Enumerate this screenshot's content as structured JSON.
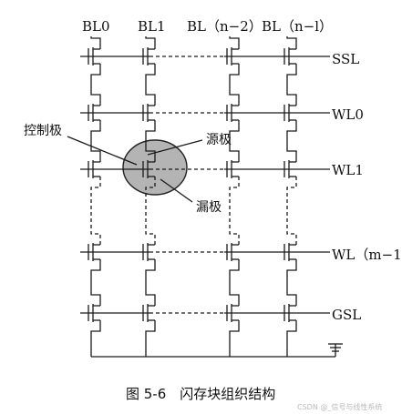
{
  "bitlines": [
    "BL0",
    "BL1",
    "BL（n−2）",
    "BL（n−l）"
  ],
  "rows": [
    {
      "label": "SSL"
    },
    {
      "label": "WL0"
    },
    {
      "label": "WL1"
    },
    {
      "label": "WL（m−1"
    },
    {
      "label": "GSL"
    }
  ],
  "callouts": {
    "control_gate": "控制极",
    "source": "源极",
    "drain": "漏极"
  },
  "caption": "图 5-6　闪存块组织结构",
  "watermark": "CSDN @_信号与线性系统",
  "colors": {
    "line": "#1a1a1a",
    "highlight_fill": "#b4b4b4",
    "highlight_stroke": "#222222"
  }
}
